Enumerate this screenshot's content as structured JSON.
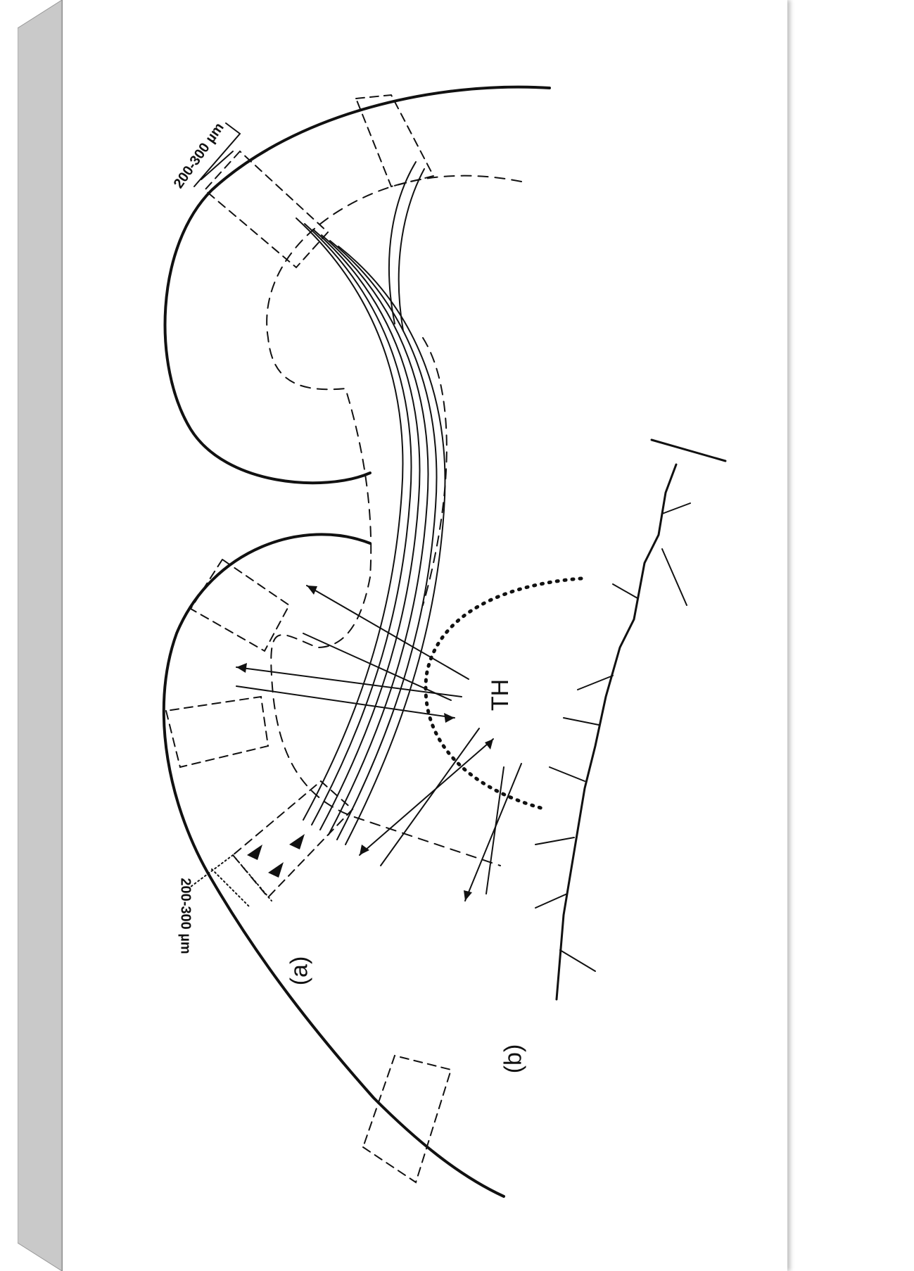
{
  "figure": {
    "panel_a_label": "(a)",
    "panel_b_label": "(b)",
    "thalamus_label": "TH",
    "scale_label_lower": "200-300 µm",
    "scale_label_upper": "200-300 µm"
  },
  "colors": {
    "ink": "#111111",
    "spine": "#c8c8c8",
    "page": "#ffffff"
  }
}
